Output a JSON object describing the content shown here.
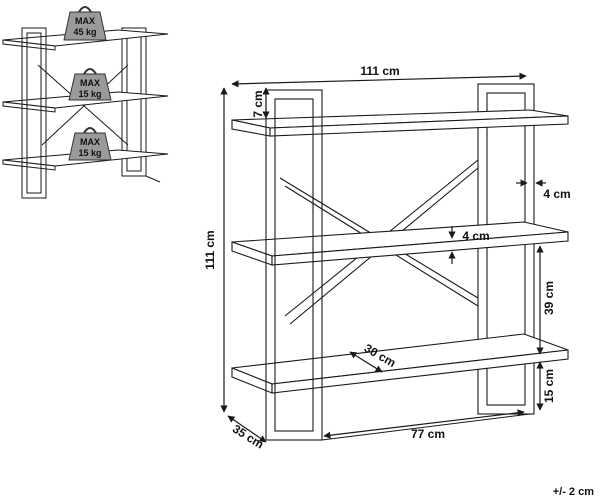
{
  "weights": {
    "top": {
      "line1": "MAX",
      "line2": "45 kg"
    },
    "middle": {
      "line1": "MAX",
      "line2": "15 kg"
    },
    "bottom": {
      "line1": "MAX",
      "line2": "15 kg"
    }
  },
  "dimensions": {
    "width": "111 cm",
    "height": "111 cm",
    "depth": "35 cm",
    "inner_width": "77 cm",
    "top_offset": "7 cm",
    "frame_thickness": "4 cm",
    "shelf_thickness": "4 cm",
    "shelf_spacing": "39 cm",
    "bottom_clearance": "15 cm",
    "shelf_depth": "30 cm"
  },
  "tolerance": "+/- 2 cm",
  "colors": {
    "line": "#1a1a1a",
    "weight_fill": "#9a9a9a"
  }
}
